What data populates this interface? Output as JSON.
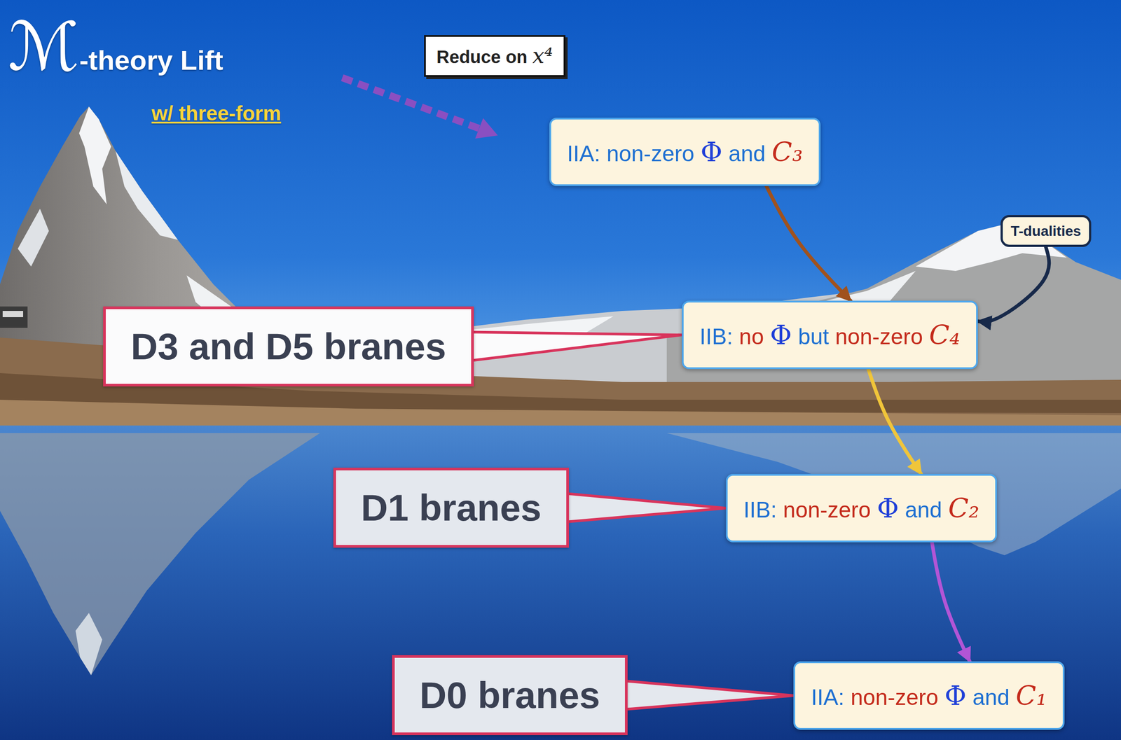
{
  "diagram": {
    "nodes": [
      {
        "text": [
          "Reduce on x⁴"
        ]
      },
      {
        "text": [
          "IIA: non-zero Φ and C₃"
        ]
      },
      {
        "text": [
          "T-dualities"
        ]
      },
      {
        "text": [
          "D3 and D5 branes"
        ]
      },
      {
        "text": [
          "IIB: no Φ but non-zero C₄"
        ]
      },
      {
        "text": [
          "D1 branes"
        ]
      },
      {
        "text": [
          "IIB: non-zero Φ and C₂"
        ]
      },
      {
        "text": [
          "D0 branes"
        ]
      },
      {
        "text": [
          "IIA: non-zero Φ and C₁"
        ]
      }
    ],
    "edges": [
      {
        "from": 1,
        "to": 4,
        "arrow": "to"
      },
      {
        "from": 4,
        "to": 6,
        "arrow": "to"
      },
      {
        "from": 6,
        "to": 8,
        "arrow": "to"
      },
      {
        "from": 2,
        "to": 4,
        "arrow": "to"
      },
      {
        "from": 3,
        "to": 4,
        "arrow": "to"
      },
      {
        "from": 5,
        "to": 6,
        "arrow": "to"
      },
      {
        "from": 7,
        "to": 8,
        "arrow": "to"
      }
    ],
    "labels": [
      "ℳ-theory Lift",
      "w/ three-form"
    ]
  }
}
